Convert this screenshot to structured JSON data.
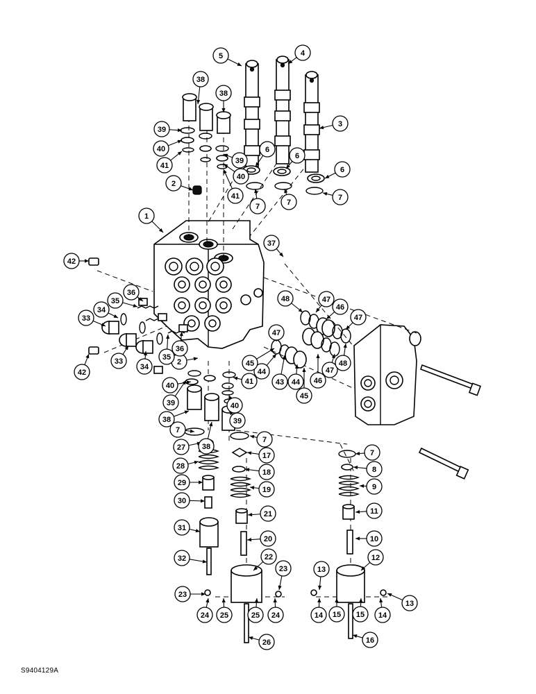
{
  "figure_id": "S9404129A",
  "icons": [
    "callout-bubble-icon",
    "leader-arrow-icon"
  ],
  "callouts": [
    {
      "id": "c1",
      "label": "1"
    },
    {
      "id": "c2a",
      "label": "2"
    },
    {
      "id": "c2b",
      "label": "2"
    },
    {
      "id": "c3",
      "label": "3"
    },
    {
      "id": "c4",
      "label": "4"
    },
    {
      "id": "c5",
      "label": "5"
    },
    {
      "id": "c6a",
      "label": "6"
    },
    {
      "id": "c6b",
      "label": "6"
    },
    {
      "id": "c6c",
      "label": "6"
    },
    {
      "id": "c7a",
      "label": "7"
    },
    {
      "id": "c7b",
      "label": "7"
    },
    {
      "id": "c7c",
      "label": "7"
    },
    {
      "id": "c7d",
      "label": "7"
    },
    {
      "id": "c7e",
      "label": "7"
    },
    {
      "id": "c7f",
      "label": "7"
    },
    {
      "id": "c8",
      "label": "8"
    },
    {
      "id": "c9",
      "label": "9"
    },
    {
      "id": "c10",
      "label": "10"
    },
    {
      "id": "c11",
      "label": "11"
    },
    {
      "id": "c12",
      "label": "12"
    },
    {
      "id": "c13a",
      "label": "13"
    },
    {
      "id": "c13b",
      "label": "13"
    },
    {
      "id": "c14a",
      "label": "14"
    },
    {
      "id": "c14b",
      "label": "14"
    },
    {
      "id": "c15a",
      "label": "15"
    },
    {
      "id": "c15b",
      "label": "15"
    },
    {
      "id": "c16",
      "label": "16"
    },
    {
      "id": "c17",
      "label": "17"
    },
    {
      "id": "c18",
      "label": "18"
    },
    {
      "id": "c19",
      "label": "19"
    },
    {
      "id": "c20",
      "label": "20"
    },
    {
      "id": "c21",
      "label": "21"
    },
    {
      "id": "c22",
      "label": "22"
    },
    {
      "id": "c23a",
      "label": "23"
    },
    {
      "id": "c23b",
      "label": "23"
    },
    {
      "id": "c24a",
      "label": "24"
    },
    {
      "id": "c24b",
      "label": "24"
    },
    {
      "id": "c25a",
      "label": "25"
    },
    {
      "id": "c25b",
      "label": "25"
    },
    {
      "id": "c26",
      "label": "26"
    },
    {
      "id": "c27",
      "label": "27"
    },
    {
      "id": "c28",
      "label": "28"
    },
    {
      "id": "c29",
      "label": "29"
    },
    {
      "id": "c30",
      "label": "30"
    },
    {
      "id": "c31",
      "label": "31"
    },
    {
      "id": "c32",
      "label": "32"
    },
    {
      "id": "c33a",
      "label": "33"
    },
    {
      "id": "c33b",
      "label": "33"
    },
    {
      "id": "c34a",
      "label": "34"
    },
    {
      "id": "c34b",
      "label": "34"
    },
    {
      "id": "c35a",
      "label": "35"
    },
    {
      "id": "c35b",
      "label": "35"
    },
    {
      "id": "c36a",
      "label": "36"
    },
    {
      "id": "c36b",
      "label": "36"
    },
    {
      "id": "c37",
      "label": "37"
    },
    {
      "id": "c38a",
      "label": "38"
    },
    {
      "id": "c38b",
      "label": "38"
    },
    {
      "id": "c38c",
      "label": "38"
    },
    {
      "id": "c38d",
      "label": "38"
    },
    {
      "id": "c39a",
      "label": "39"
    },
    {
      "id": "c39b",
      "label": "39"
    },
    {
      "id": "c39c",
      "label": "39"
    },
    {
      "id": "c39d",
      "label": "39"
    },
    {
      "id": "c40a",
      "label": "40"
    },
    {
      "id": "c40b",
      "label": "40"
    },
    {
      "id": "c40c",
      "label": "40"
    },
    {
      "id": "c40d",
      "label": "40"
    },
    {
      "id": "c41a",
      "label": "41"
    },
    {
      "id": "c41b",
      "label": "41"
    },
    {
      "id": "c41c",
      "label": "41"
    },
    {
      "id": "c42a",
      "label": "42"
    },
    {
      "id": "c42b",
      "label": "42"
    },
    {
      "id": "c43",
      "label": "43"
    },
    {
      "id": "c44a",
      "label": "44"
    },
    {
      "id": "c44b",
      "label": "44"
    },
    {
      "id": "c45a",
      "label": "45"
    },
    {
      "id": "c45b",
      "label": "45"
    },
    {
      "id": "c46a",
      "label": "46"
    },
    {
      "id": "c46b",
      "label": "46"
    },
    {
      "id": "c47a",
      "label": "47"
    },
    {
      "id": "c47b",
      "label": "47"
    },
    {
      "id": "c47c",
      "label": "47"
    },
    {
      "id": "c47d",
      "label": "47"
    },
    {
      "id": "c48a",
      "label": "48"
    },
    {
      "id": "c48b",
      "label": "48"
    }
  ]
}
